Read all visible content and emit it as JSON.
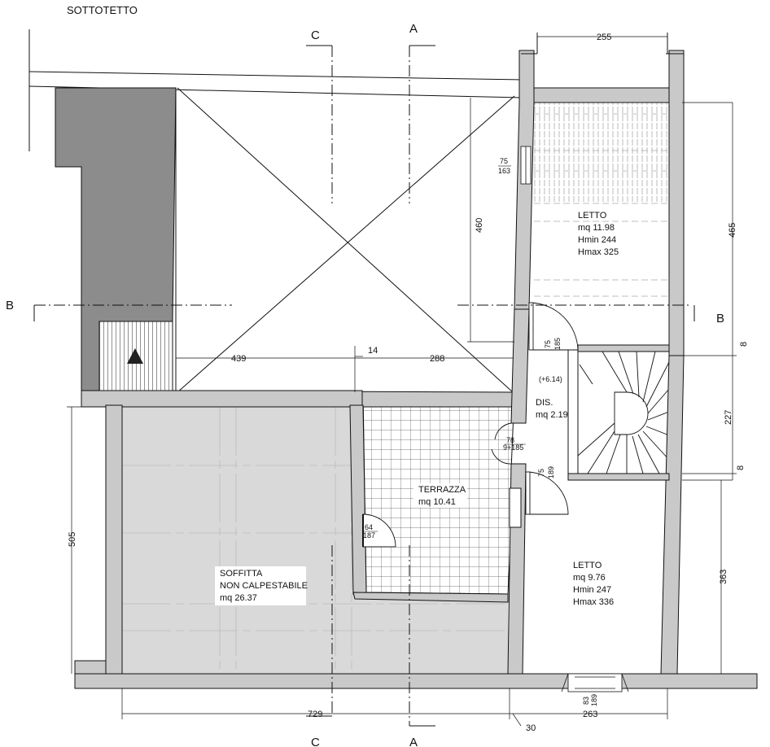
{
  "title": "SOTTOTETTO",
  "sections": {
    "a": "A",
    "b": "B",
    "c": "C"
  },
  "rooms": {
    "letto_top": {
      "name": "LETTO",
      "area": "mq  11.98",
      "hmin": "Hmin  244",
      "hmax": "Hmax  325"
    },
    "dis": {
      "name": "DIS.",
      "area": "mq  2.19",
      "level": "(+6.14)"
    },
    "terrazza": {
      "name": "TERRAZZA",
      "area": "mq  10.41"
    },
    "soffitta": {
      "name1": "SOFFITTA",
      "name2": "NON  CALPESTABILE",
      "area": "mq  26.37"
    },
    "letto_bottom": {
      "name": "LETTO",
      "area": "mq  9.76",
      "hmin": "Hmin  247",
      "hmax": "Hmax  336"
    }
  },
  "dimensions": {
    "d255": "255",
    "d460": "460",
    "d465": "465",
    "d439": "439",
    "d14": "14",
    "d288": "288",
    "d227": "227",
    "d8a": "8",
    "d8b": "8",
    "d505": "505",
    "d363": "363",
    "d729": "729",
    "d263": "263",
    "d30": "30"
  },
  "openings": {
    "win1_top": "75",
    "win1_bot": "163",
    "door_top_a": "75",
    "door_top_b": "185",
    "door_dis_top": "78",
    "door_dis_bot": "9+185",
    "door_low_a": "75",
    "door_low_b": "189",
    "door_terr_top": "64",
    "door_terr_bot": "187",
    "win_bot_top": "83",
    "win_bot_bot": "189"
  },
  "colors": {
    "wall_fill": "#c9c9c9",
    "void_fill": "#8c8c8c",
    "soffitta_fill": "#d9d9d9",
    "line": "#111111"
  }
}
